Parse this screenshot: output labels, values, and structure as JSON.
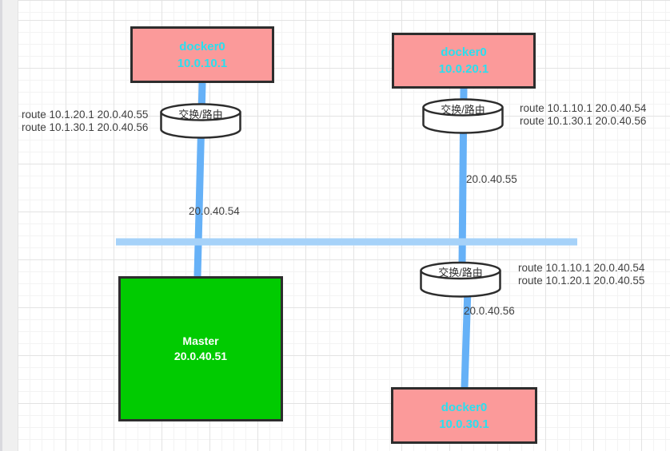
{
  "diagram": {
    "nodes": {
      "docker1": {
        "title": "docker0",
        "ip": "10.0.10.1"
      },
      "docker2": {
        "title": "docker0",
        "ip": "10.0.20.1"
      },
      "docker3": {
        "title": "docker0",
        "ip": "10.0.30.1"
      },
      "master": {
        "title": "Master",
        "ip": "20.0.40.51"
      }
    },
    "switches": {
      "left": {
        "label": "交换/路由"
      },
      "right_top": {
        "label": "交换/路由"
      },
      "right_bottom": {
        "label": "交换/路由"
      }
    },
    "route_tables": {
      "left": {
        "line1": "route 10.1.20.1 20.0.40.55",
        "line2": "route 10.1.30.1 20.0.40.56"
      },
      "right_top": {
        "line1": "route 10.1.10.1 20.0.40.54",
        "line2": "route 10.1.30.1 20.0.40.56"
      },
      "right_bottom": {
        "line1": "route 10.1.10.1 20.0.40.54",
        "line2": "route 10.1.20.1 20.0.40.55"
      }
    },
    "link_labels": {
      "left": "20.0.40.54",
      "right_top": "20.0.40.55",
      "right_bottom": "20.0.40.56"
    },
    "colors": {
      "node_fill": "#fb9a9a",
      "node_text": "#29dfef",
      "master_fill": "#01cb01",
      "master_text": "#ffffff",
      "shape_border": "#2d2d2d",
      "link_vertical": "#66b1f7",
      "link_horizontal": "#a6d2f9",
      "label_text": "#404040"
    }
  }
}
